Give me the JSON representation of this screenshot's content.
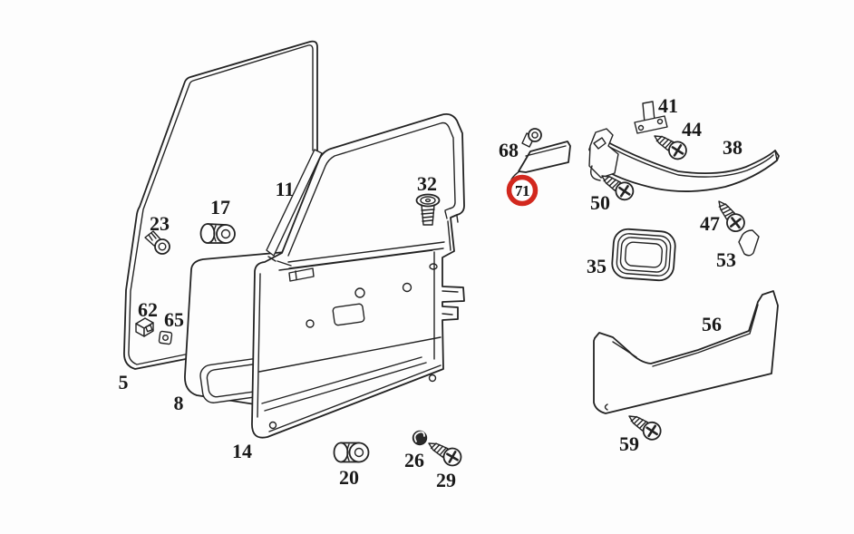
{
  "diagram": {
    "type": "exploded-parts-diagram",
    "subject": "vehicle front door trim panel, window seals and mounting hardware",
    "background_color": "#fdfdfd",
    "line_color": "#232323",
    "label_color": "#1a1a1a",
    "highlight": {
      "part_number": "71",
      "ring_color": "#d2281e"
    },
    "part_labels": [
      {
        "number": "5"
      },
      {
        "number": "8"
      },
      {
        "number": "11"
      },
      {
        "number": "14"
      },
      {
        "number": "17"
      },
      {
        "number": "20"
      },
      {
        "number": "23"
      },
      {
        "number": "26"
      },
      {
        "number": "29"
      },
      {
        "number": "32"
      },
      {
        "number": "35"
      },
      {
        "number": "38"
      },
      {
        "number": "41"
      },
      {
        "number": "44"
      },
      {
        "number": "47"
      },
      {
        "number": "50"
      },
      {
        "number": "53"
      },
      {
        "number": "56"
      },
      {
        "number": "59"
      },
      {
        "number": "62"
      },
      {
        "number": "65"
      },
      {
        "number": "68"
      },
      {
        "number": "71"
      }
    ]
  }
}
